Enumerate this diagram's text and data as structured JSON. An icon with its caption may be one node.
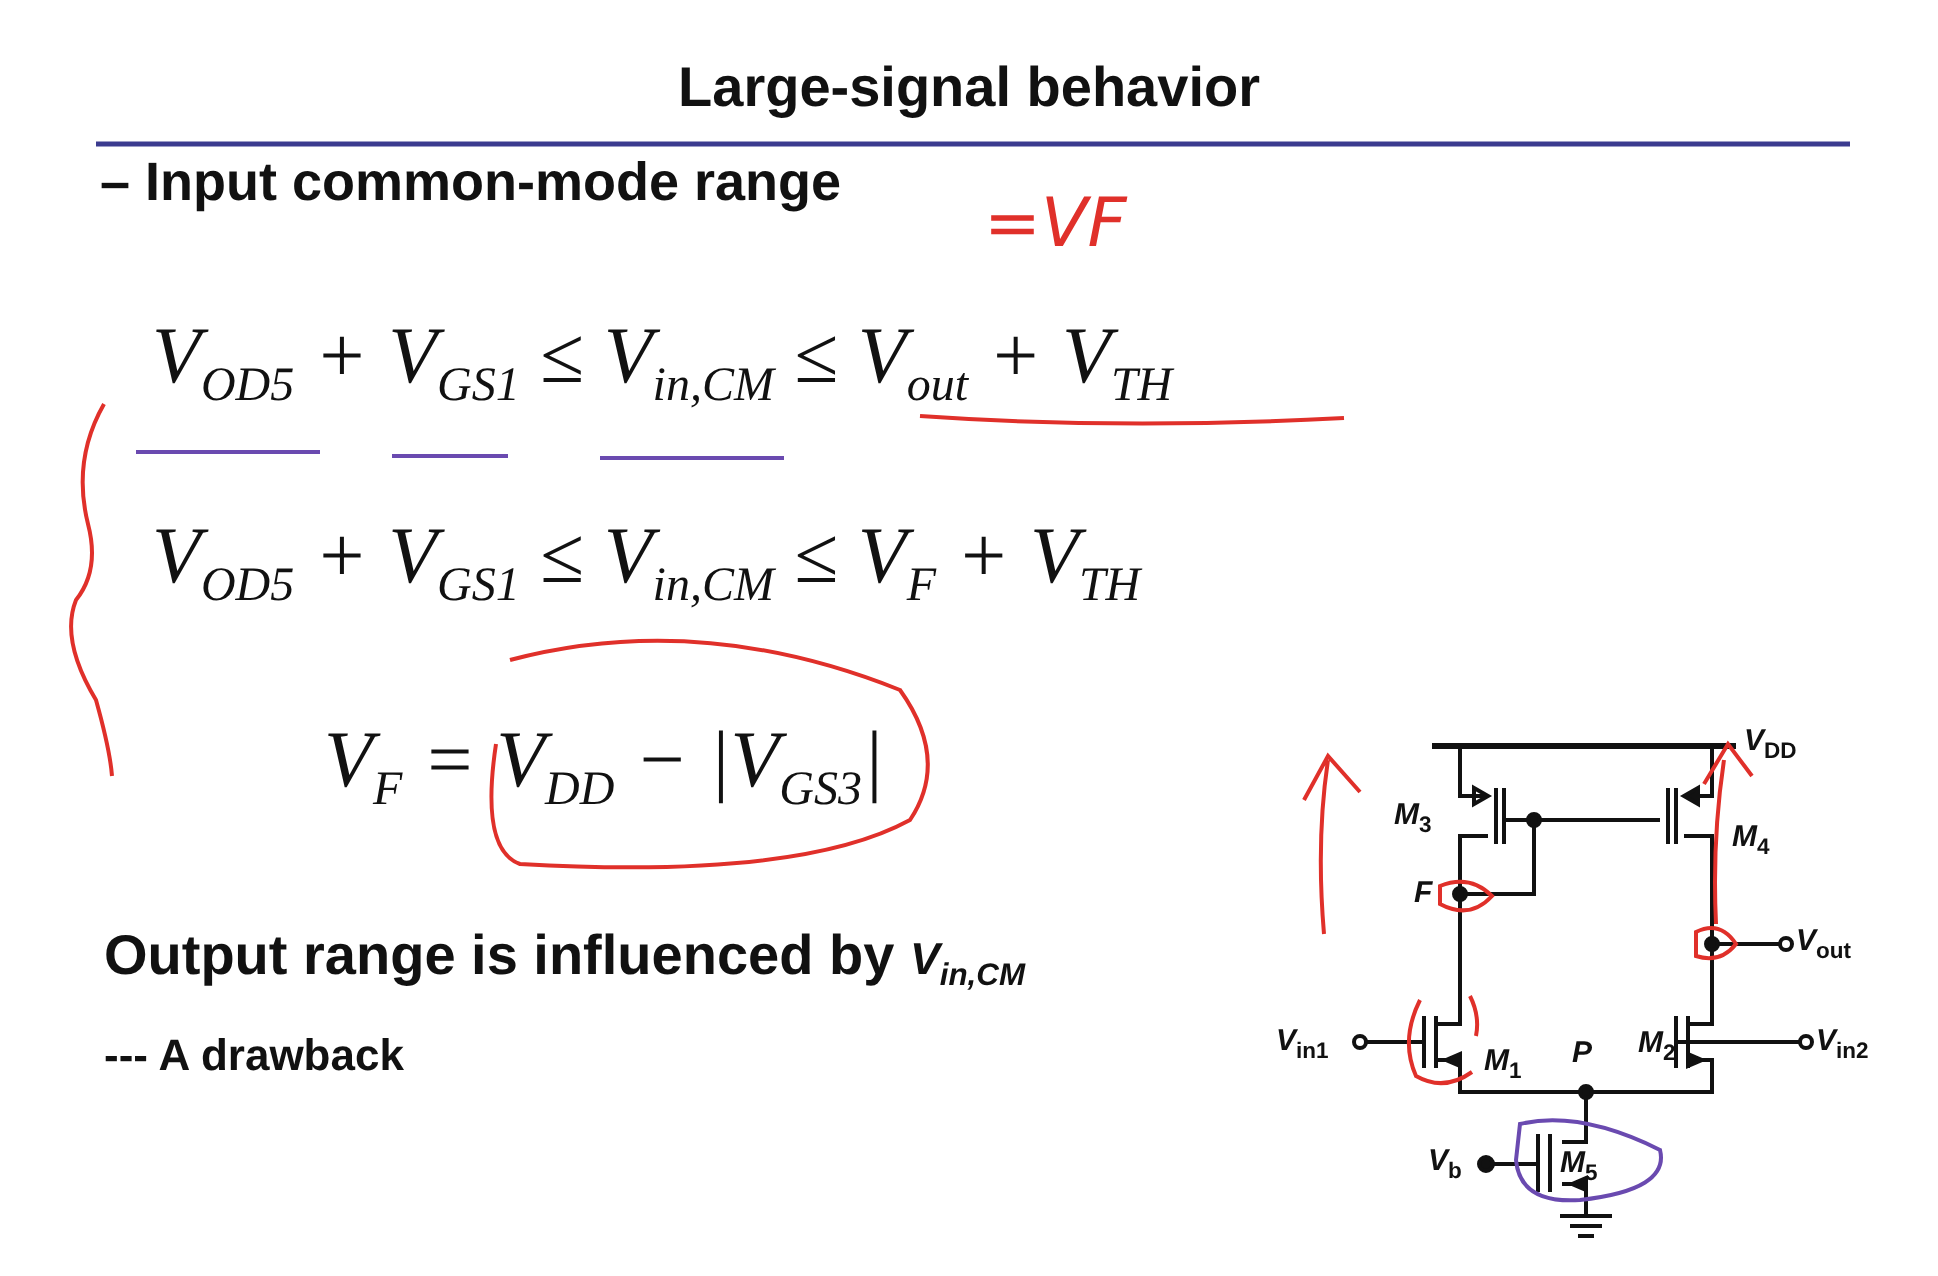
{
  "diagram": {
    "title": "Large-signal behavior",
    "labels": [
      "– Input common-mode range",
      "=VF",
      "V$_{OD5}$ + V$_{GS1}$ ≤ V$_{in,CM}$ ≤ V$_{out}$ + V$_{TH}$",
      "V$_{OD5}$ + V$_{GS1}$ ≤ V$_{in,CM}$ ≤ V$_{F}$ + V$_{TH}$",
      "V$_{F}$ = V$_{DD}$ − |V$_{GS3}$|",
      "Output range is influenced by *V$_{in,CM}$*",
      "--- A drawback",
      "V$_{DD}$",
      "M$_{3}$",
      "M$_{4}$",
      "F",
      "V$_{out}$",
      "V$_{in1}$",
      "M$_{1}$",
      "P",
      "M$_{2}$",
      "V$_{in2}$",
      "V$_{b}$",
      "M$_{5}$"
    ]
  }
}
